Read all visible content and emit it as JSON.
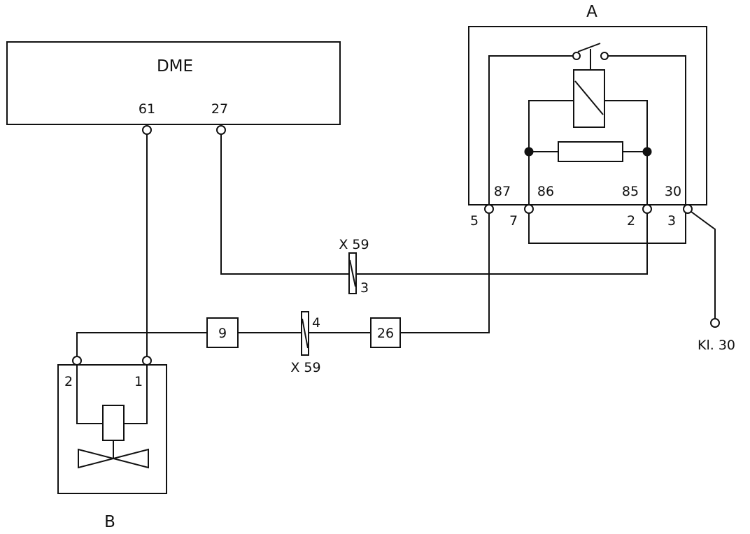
{
  "dme": {
    "label": "DME",
    "pin_61": "61",
    "pin_27": "27"
  },
  "relay": {
    "label": "A",
    "pin_87": "87",
    "pin_86": "86",
    "pin_85": "85",
    "pin_30": "30",
    "conn_5": "5",
    "conn_7": "7",
    "conn_2": "2",
    "conn_3": "3"
  },
  "valve": {
    "label": "B",
    "pin_2": "2",
    "pin_1": "1"
  },
  "connector_x59_upper": {
    "label": "X 59",
    "pin": "3"
  },
  "connector_x59_lower": {
    "label": "X 59",
    "pin": "4"
  },
  "junction_9": "9",
  "junction_26": "26",
  "supply": "Kl. 30"
}
